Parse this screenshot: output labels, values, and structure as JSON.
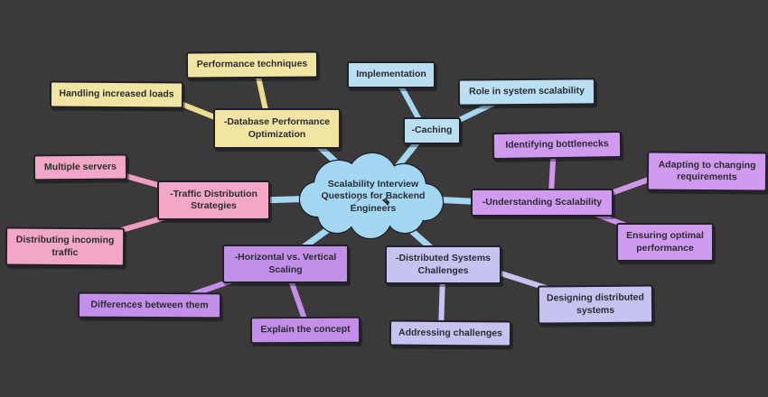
{
  "canvas": {
    "background": "#3b3939",
    "outline_color": "#20202b",
    "text_color": "#2b2b33"
  },
  "center": {
    "label": "Scalability Interview Questions for Backend Engineers",
    "fill": "#a4d7f2",
    "line": "#a4d7f2"
  },
  "branches": [
    {
      "label": "-Caching",
      "fill": "#b9dff0",
      "line": "#a4d7f2",
      "children": [
        {
          "label": "Implementation"
        },
        {
          "label": "Role in system scalability"
        }
      ]
    },
    {
      "label": "-Database Performance Optimization",
      "fill": "#f2e5a3",
      "line": "#eedc92",
      "children": [
        {
          "label": "Performance techniques"
        },
        {
          "label": "Handling increased loads"
        }
      ]
    },
    {
      "label": "-Traffic Distribution Strategies",
      "fill": "#f3a7c6",
      "line": "#f09ec0",
      "children": [
        {
          "label": "Multiple servers"
        },
        {
          "label": "Distributing incoming traffic"
        }
      ]
    },
    {
      "label": "-Understanding Scalability",
      "fill": "#d09aee",
      "line": "#cf96ea",
      "children": [
        {
          "label": "Identifying bottlenecks"
        },
        {
          "label": "Adapting to changing requirements"
        },
        {
          "label": "Ensuring optimal performance"
        }
      ]
    },
    {
      "label": "-Horizontal vs. Vertical Scaling",
      "fill": "#c38fe8",
      "line": "#c38fe8",
      "children": [
        {
          "label": "Differences between them"
        },
        {
          "label": "Explain the concept"
        }
      ]
    },
    {
      "label": "-Distributed Systems Challenges",
      "fill": "#c7c3f0",
      "line": "#c7c3f0",
      "children": [
        {
          "label": "Addressing challenges"
        },
        {
          "label": "Designing distributed systems"
        }
      ]
    }
  ]
}
